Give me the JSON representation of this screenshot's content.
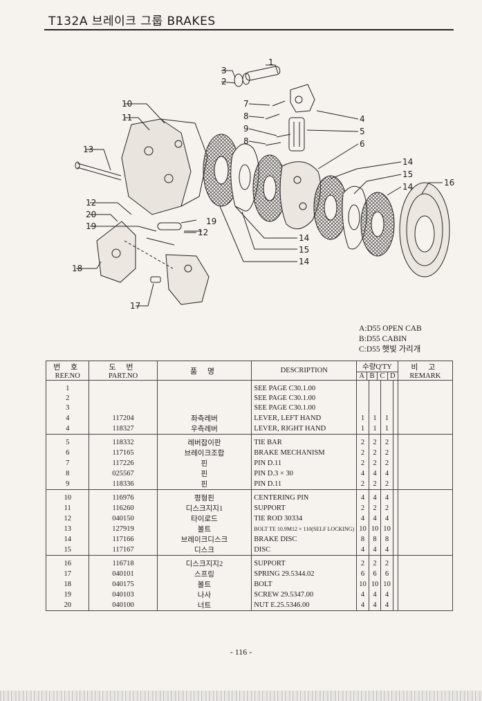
{
  "header": {
    "title": "T132A 브레이크 그룹 BRAKES"
  },
  "diagram": {
    "callouts": [
      "1",
      "2",
      "3",
      "4",
      "5",
      "6",
      "7",
      "8",
      "8",
      "9",
      "10",
      "11",
      "12",
      "12",
      "13",
      "14",
      "14",
      "14",
      "14",
      "15",
      "15",
      "16",
      "17",
      "18",
      "19",
      "19",
      "20"
    ]
  },
  "legend": {
    "lines": [
      "A:D55 OPEN CAB",
      "B:D55 CABIN",
      "C:D55 햇빛 가리개"
    ]
  },
  "table": {
    "headers": {
      "ref_ko": "번 호",
      "ref_en": "REF.NO",
      "part_ko": "도 번",
      "part_en": "PART.NO",
      "name_ko": "품 명",
      "desc": "DESCRIPTION",
      "qty": "수량Q'TY",
      "a": "A",
      "b": "B",
      "c": "C",
      "d": "D",
      "rem_ko": "비 고",
      "rem_en": "REMARK"
    },
    "rows": [
      {
        "ref": "1",
        "part": "",
        "name": "",
        "desc": "SEE PAGE C30.1.00",
        "a": "",
        "b": "",
        "c": "",
        "d": ""
      },
      {
        "ref": "2",
        "part": "",
        "name": "",
        "desc": "SEE PAGE C30.1.00",
        "a": "",
        "b": "",
        "c": "",
        "d": ""
      },
      {
        "ref": "3",
        "part": "",
        "name": "",
        "desc": "SEE PAGE C30.1.00",
        "a": "",
        "b": "",
        "c": "",
        "d": ""
      },
      {
        "ref": "4",
        "part": "117204",
        "name": "좌측레버",
        "desc": "LEVER, LEFT HAND",
        "a": "1",
        "b": "1",
        "c": "1",
        "d": ""
      },
      {
        "ref": "4",
        "part": "118327",
        "name": "우측레버",
        "desc": "LEVER, RIGHT HAND",
        "a": "1",
        "b": "1",
        "c": "1",
        "d": ""
      },
      {
        "ref": "5",
        "part": "118332",
        "name": "레버잡이판",
        "desc": "TIE BAR",
        "a": "2",
        "b": "2",
        "c": "2",
        "d": ""
      },
      {
        "ref": "6",
        "part": "117165",
        "name": "브레이크조합",
        "desc": "BRAKE MECHANISM",
        "a": "2",
        "b": "2",
        "c": "2",
        "d": ""
      },
      {
        "ref": "7",
        "part": "117226",
        "name": "핀",
        "desc": "PIN D.11",
        "a": "2",
        "b": "2",
        "c": "2",
        "d": ""
      },
      {
        "ref": "8",
        "part": "025567",
        "name": "핀",
        "desc": "PIN D.3 × 30",
        "a": "4",
        "b": "4",
        "c": "4",
        "d": ""
      },
      {
        "ref": "9",
        "part": "118336",
        "name": "핀",
        "desc": "PIN D.11",
        "a": "2",
        "b": "2",
        "c": "2",
        "d": ""
      },
      {
        "ref": "10",
        "part": "116976",
        "name": "평형핀",
        "desc": "CENTERING PIN",
        "a": "4",
        "b": "4",
        "c": "4",
        "d": ""
      },
      {
        "ref": "11",
        "part": "116260",
        "name": "디스크지지1",
        "desc": "SUPPORT",
        "a": "2",
        "b": "2",
        "c": "2",
        "d": ""
      },
      {
        "ref": "12",
        "part": "040150",
        "name": "타이로드",
        "desc": "TIE ROD 30334",
        "a": "4",
        "b": "4",
        "c": "4",
        "d": ""
      },
      {
        "ref": "13",
        "part": "127919",
        "name": "볼트",
        "desc": "BOLT TE 10.9M12 × 110(SELF LOCKING)",
        "a": "10",
        "b": "10",
        "c": "10",
        "d": ""
      },
      {
        "ref": "14",
        "part": "117166",
        "name": "브레이크디스크",
        "desc": "BRAKE DISC",
        "a": "8",
        "b": "8",
        "c": "8",
        "d": ""
      },
      {
        "ref": "15",
        "part": "117167",
        "name": "디스크",
        "desc": "DISC",
        "a": "4",
        "b": "4",
        "c": "4",
        "d": ""
      },
      {
        "ref": "16",
        "part": "116718",
        "name": "디스크지지2",
        "desc": "SUPPORT",
        "a": "2",
        "b": "2",
        "c": "2",
        "d": ""
      },
      {
        "ref": "17",
        "part": "040101",
        "name": "스프링",
        "desc": "SPRING 29.5344.02",
        "a": "6",
        "b": "6",
        "c": "6",
        "d": ""
      },
      {
        "ref": "18",
        "part": "040175",
        "name": "볼트",
        "desc": "BOLT",
        "a": "10",
        "b": "10",
        "c": "10",
        "d": ""
      },
      {
        "ref": "19",
        "part": "040103",
        "name": "나사",
        "desc": "SCREW 29.5347.00",
        "a": "4",
        "b": "4",
        "c": "4",
        "d": ""
      },
      {
        "ref": "20",
        "part": "040100",
        "name": "너트",
        "desc": "NUT E.25.5346.00",
        "a": "4",
        "b": "4",
        "c": "4",
        "d": ""
      }
    ]
  },
  "footer": {
    "page_number": "- 116 -"
  }
}
